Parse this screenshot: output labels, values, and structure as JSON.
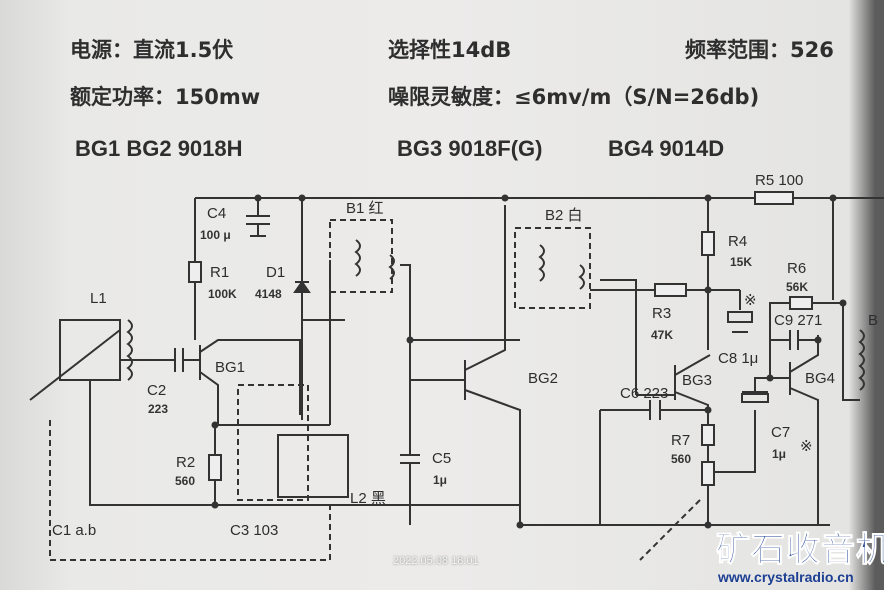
{
  "specs": {
    "power_supply": "电源：直流1.5伏",
    "selectivity": "选择性14dB",
    "freq_range": "频率范围：526",
    "rated_power": "额定功率：150mw",
    "sensitivity": "噪限灵敏度：≤6mv/m（S/N=26db)",
    "bg12": "BG1  BG2  9018H",
    "bg3": "BG3 9018F(G)",
    "bg4": "BG4 9014D"
  },
  "components": {
    "C4": "C4",
    "C4_val": "100 μ",
    "R1": "R1",
    "R1_val": "100K",
    "D1": "D1",
    "D1_val": "4148",
    "B1": "B1 红",
    "B2": "B2 白",
    "R5": "R5 100",
    "R4": "R4",
    "R4_val": "15K",
    "R6": "R6",
    "R6_val": "56K",
    "R3": "R3",
    "R3_val": "47K",
    "C9": "C9 271",
    "L1": "L1",
    "C2": "C2",
    "C2_val": "223",
    "BG1": "BG1",
    "BG2": "BG2",
    "BG3": "BG3",
    "BG4": "BG4",
    "C8": "C8 1μ",
    "C6": "C6 223",
    "R7": "R7",
    "R7_val": "560",
    "C7": "C7",
    "C7_val": "1μ",
    "C5": "C5",
    "C5_val": "1μ",
    "R2": "R2",
    "R2_val": "560",
    "L2": "L2 黑",
    "C1": "C1 a.b",
    "C3": "C3 103",
    "mark1": "※",
    "mark2": "※",
    "B_edge": "B"
  },
  "timestamp": "2022.05.08 18:01",
  "watermark": {
    "title": "矿石收音机",
    "url": "www.crystalradio.cn"
  }
}
